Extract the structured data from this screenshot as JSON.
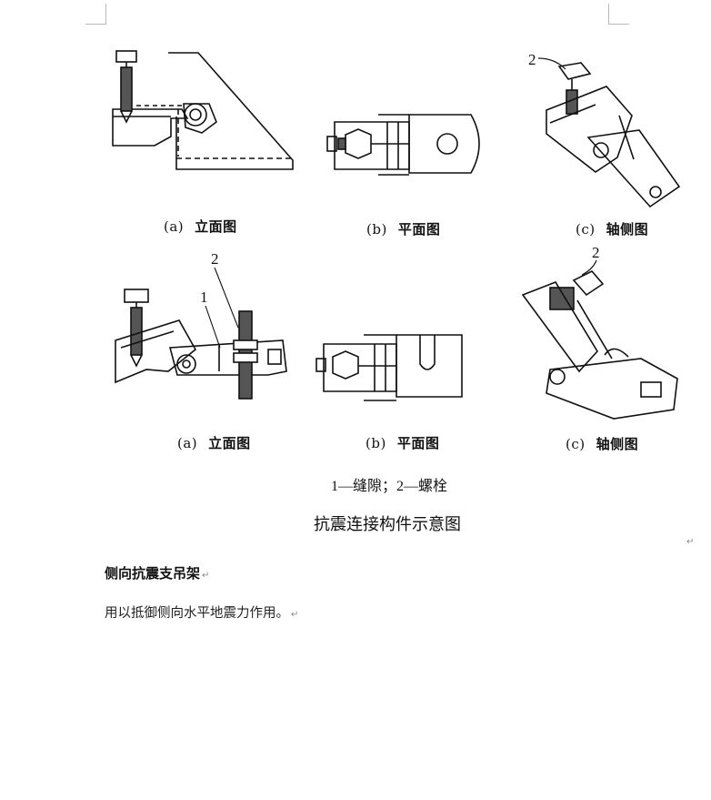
{
  "figure_row_1": {
    "a_label": "(a)",
    "a_name": "立面图",
    "b_label": "(b)",
    "b_name": "平面图",
    "c_label": "(c)",
    "c_name": "轴侧图",
    "callout_c": "2"
  },
  "figure_row_2": {
    "a_label": "(a)",
    "a_name": "立面图",
    "b_label": "(b)",
    "b_name": "平面图",
    "c_label": "(c)",
    "c_name": "轴侧图",
    "callout_a_1": "1",
    "callout_a_2": "2",
    "callout_c": "2"
  },
  "legend": "1—缝隙；2—螺栓",
  "figure_title": "抗震连接构件示意图",
  "section_heading": "侧向抗震支吊架",
  "section_body": "用以抵御侧向水平地震力作用。",
  "paragraph_mark": "↵"
}
